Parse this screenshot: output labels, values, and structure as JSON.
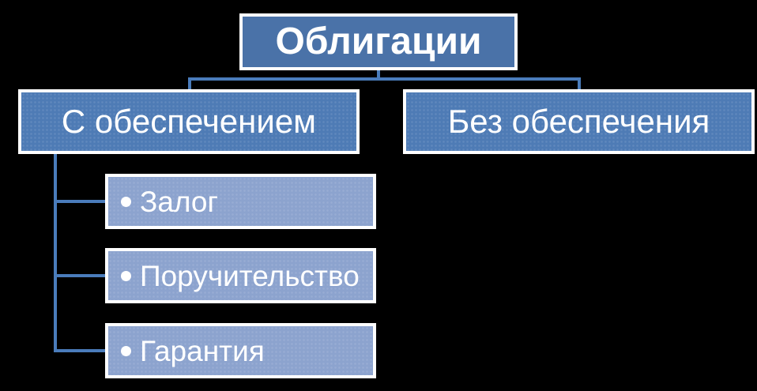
{
  "diagram": {
    "title": "Облигации",
    "root": {
      "label": "Облигации"
    },
    "branches": [
      {
        "label": "С обеспечением",
        "items": [
          "Залог",
          "Поручительство",
          "Гарантия"
        ]
      },
      {
        "label": "Без обеспечения",
        "items": []
      }
    ]
  },
  "colors": {
    "root_fill": "#4a72a8",
    "level2_fill": "#4e7bb5",
    "leaf_fill": "#8ca3ce",
    "connector": "#4a7cbb",
    "border": "#ffffff",
    "text": "#ffffff",
    "background": "#000000"
  }
}
